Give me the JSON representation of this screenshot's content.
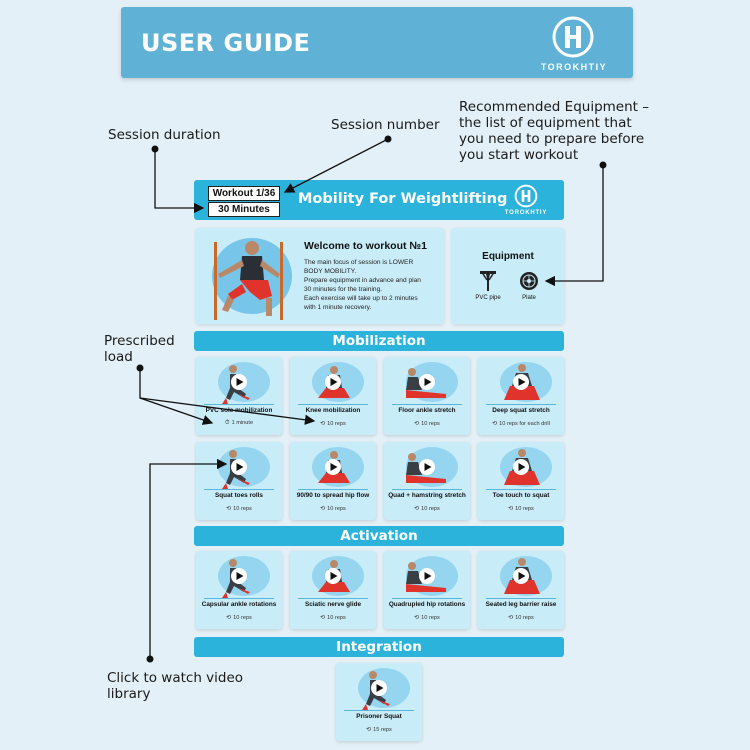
{
  "header": {
    "title": "USER GUIDE",
    "brand": "TOROKHTIY"
  },
  "annotations": {
    "session_duration": "Session duration",
    "session_number": "Session number",
    "equipment_note": [
      "Recommended Equipment –",
      "the list of equipment that",
      "you need to prepare before",
      "you start workout"
    ],
    "prescribed_load": [
      "Prescribed",
      "load"
    ],
    "video_library": [
      "Click to watch video",
      "library"
    ]
  },
  "workout": {
    "number": "Workout 1/36",
    "duration": "30 Minutes",
    "title": "Mobility For Weightlifting",
    "brand": "TOROKHTIY"
  },
  "welcome": {
    "title": "Welcome to workout №1",
    "lines": [
      "The main focus of session is LOWER",
      "BODY MOBILITY.",
      "Prepare equipment in advance and plan",
      "30 minutes for the training.",
      "Each exercise will take up to 2 minutes",
      "with 1 minute recovery."
    ]
  },
  "equipment": {
    "title": "Equipment",
    "items": [
      {
        "label": "PVC pipe",
        "icon": "pvc-pipe-icon"
      },
      {
        "label": "Plate",
        "icon": "plate-icon"
      }
    ]
  },
  "sections": {
    "mobilization": {
      "title": "Mobilization",
      "exercises": [
        {
          "name": "PVC sole mobilization",
          "load": "1 minute",
          "load_icon": "timer-icon"
        },
        {
          "name": "Knee mobilization",
          "load": "10 reps",
          "load_icon": "repeat-icon"
        },
        {
          "name": "Floor ankle stretch",
          "load": "10 reps",
          "load_icon": "repeat-icon"
        },
        {
          "name": "Deep squat stretch",
          "load": "10 reps for each drill",
          "load_icon": "repeat-icon"
        },
        {
          "name": "Squat toes rolls",
          "load": "10 reps",
          "load_icon": "repeat-icon"
        },
        {
          "name": "90/90 to spread hip flow",
          "load": "10 reps",
          "load_icon": "repeat-icon"
        },
        {
          "name": "Quad + hamstring stretch",
          "load": "10 reps",
          "load_icon": "repeat-icon"
        },
        {
          "name": "Toe touch to squat",
          "load": "10 reps",
          "load_icon": "repeat-icon"
        }
      ]
    },
    "activation": {
      "title": "Activation",
      "exercises": [
        {
          "name": "Capsular ankle rotations",
          "load": "10 reps",
          "load_icon": "repeat-icon"
        },
        {
          "name": "Sciatic nerve glide",
          "load": "10 reps",
          "load_icon": "repeat-icon"
        },
        {
          "name": "Quadrupled hip rotations",
          "load": "10 reps",
          "load_icon": "repeat-icon"
        },
        {
          "name": "Seated leg barrier raise",
          "load": "10 reps",
          "load_icon": "repeat-icon"
        }
      ]
    },
    "integration": {
      "title": "Integration",
      "exercises": [
        {
          "name": "Prisoner Squat",
          "load": "15 reps",
          "load_icon": "repeat-icon"
        }
      ]
    }
  },
  "colors": {
    "accent": "#2cb3dc",
    "banner": "#5fb2d6",
    "tile": "#c9ecf9",
    "background": "#e3f0f7",
    "shorts": "#e0332c"
  }
}
